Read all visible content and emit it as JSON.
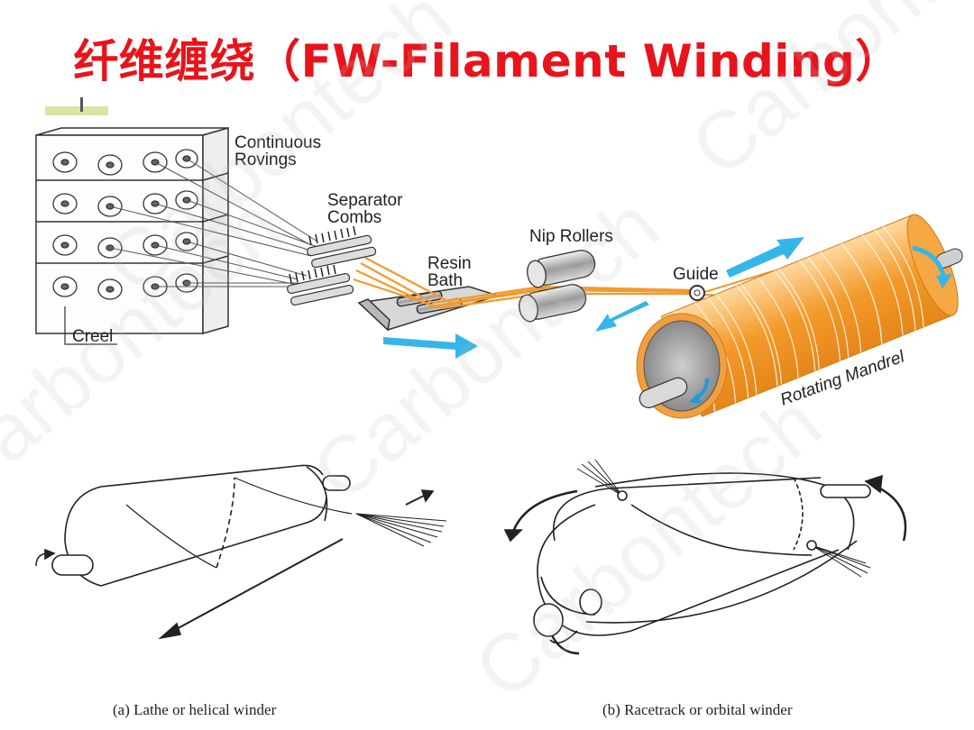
{
  "title": "纤维缠绕（FW-Filament Winding）",
  "top_diagram": {
    "labels": {
      "continuous_rovings_1": "Continuous",
      "continuous_rovings_2": "Rovings",
      "separator_combs_1": "Separator",
      "separator_combs_2": "Combs",
      "nip_rollers": "Nip Rollers",
      "resin_bath_1": "Resin",
      "resin_bath_2": "Bath",
      "guide": "Guide",
      "creel": "Creel",
      "rotating_mandrel": "Rotating Mandrel"
    }
  },
  "bottom_diagrams": {
    "caption_a": "(a) Lathe or helical winder",
    "caption_b": "(b) Racetrack or orbital winder"
  },
  "watermark": "Carbontech",
  "colors": {
    "title": "#e8141b",
    "fiber": "#f39a2a",
    "flow_arrow": "#35b6e8",
    "accent": "#dde3a2"
  }
}
